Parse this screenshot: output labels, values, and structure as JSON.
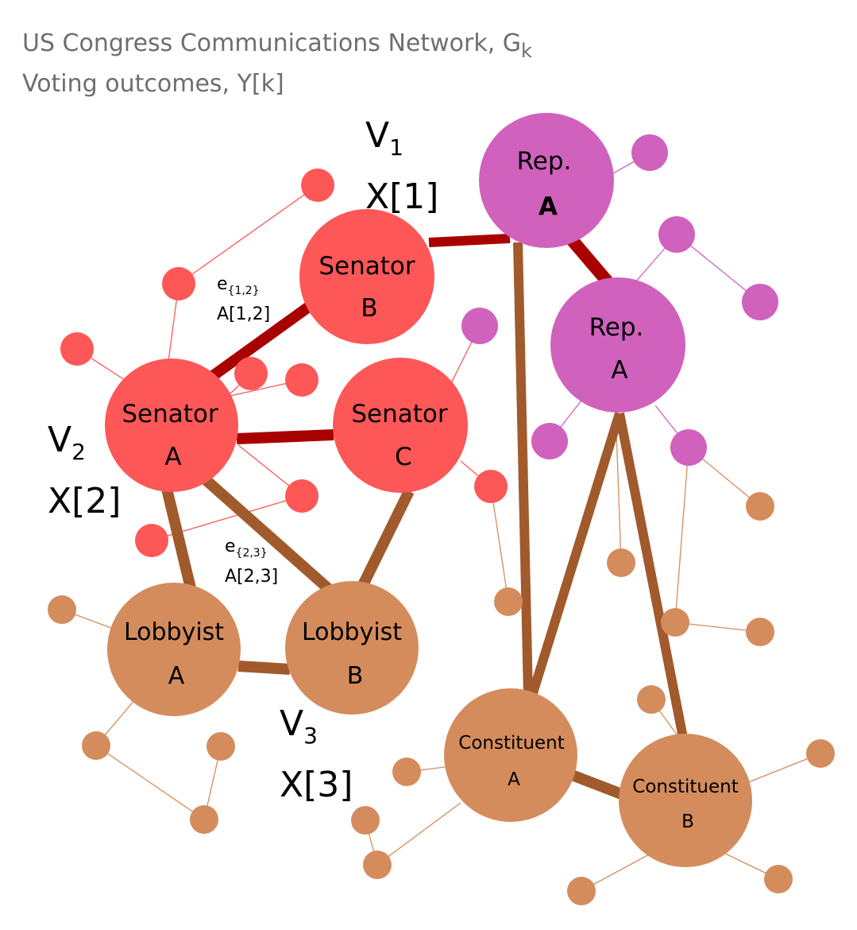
{
  "title": {
    "line1": "US Congress Communications Network, G",
    "line1_sub": "k",
    "line2": "Voting outcomes, Y[k]"
  },
  "colors": {
    "senator": "#fe5757",
    "senator_edge": "#a90000",
    "rep": "#d061bd",
    "lobbyist": "#d48c5d",
    "lobby_edge": "#a05a2c"
  },
  "nodes": {
    "senator_a": {
      "line1": "Senator",
      "line2": "A"
    },
    "senator_b": {
      "line1": "Senator",
      "line2": "B"
    },
    "senator_c": {
      "line1": "Senator",
      "line2": "C"
    },
    "rep_a_top": {
      "line1": "Rep.",
      "line2": "A"
    },
    "rep_a": {
      "line1": "Rep.",
      "line2": "A"
    },
    "lobbyist_a": {
      "line1": "Lobbyist",
      "line2": "A"
    },
    "lobbyist_b": {
      "line1": "Lobbyist",
      "line2": "B"
    },
    "constituent_a": {
      "line1": "Constituent",
      "line2": "A"
    },
    "constituent_b": {
      "line1": "Constituent",
      "line2": "B"
    }
  },
  "annotations": {
    "v1": {
      "v": "V",
      "sub": "1",
      "x": "X[1]"
    },
    "v2": {
      "v": "V",
      "sub": "2",
      "x": "X[2]"
    },
    "v3": {
      "v": "V",
      "sub": "3",
      "x": "X[3]"
    },
    "e12": {
      "e": "e",
      "sub": "{1,2}",
      "a": "A[1,2]"
    },
    "e23": {
      "e": "e",
      "sub": "{2,3}",
      "a": "A[2,3]"
    }
  }
}
